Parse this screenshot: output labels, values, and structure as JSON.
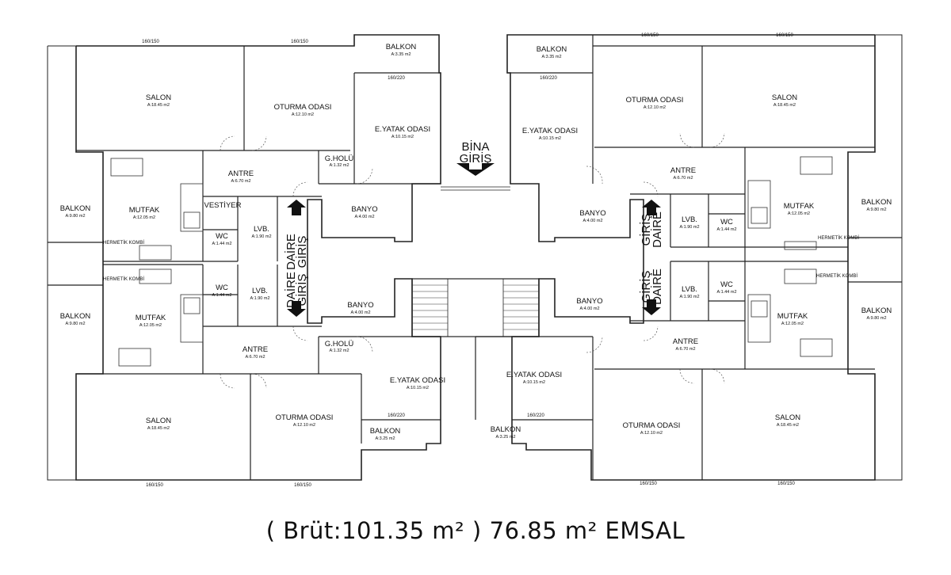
{
  "rooms": {
    "salon": "SALON",
    "oturma_odasi": "OTURMA ODASI",
    "e_yatak_odasi": "E.YATAK ODASI",
    "mutfak": "MUTFAK",
    "balkon": "BALKON",
    "antre": "ANTRE",
    "banyo": "BANYO",
    "wc": "WC",
    "lvb": "LVB.",
    "g_holu": "G.HOLÜ",
    "vestiyer": "VESTİYER"
  },
  "areas": {
    "salon": "A:18.45 m2",
    "oturma": "A:12.10 m2",
    "yatak": "A:10.15 m2",
    "mutfak": "A:12.05 m2",
    "balkon_side": "A:9.80 m2",
    "balkon_top": "A:3.35 m2",
    "balkon_bottom": "A:3.25 m2",
    "antre": "A:6.70 m2",
    "banyo": "A:4.00 m2",
    "wc": "A:1.44 m2",
    "lvb": "A:1.90 m2",
    "g_holu": "A:1.32 m2"
  },
  "labels": {
    "bina": "BİNA",
    "giris": "GİRİŞ",
    "daire": "DAİRE",
    "window_160": "160/150",
    "window_door": "160/220",
    "hermetik": "HERMETİK KOMBİ"
  },
  "caption": {
    "brut": "( Brüt:101.35 m² )",
    "emsal": "76.85 m² EMSAL"
  },
  "colors": {
    "line": "#222222",
    "background": "#ffffff"
  }
}
